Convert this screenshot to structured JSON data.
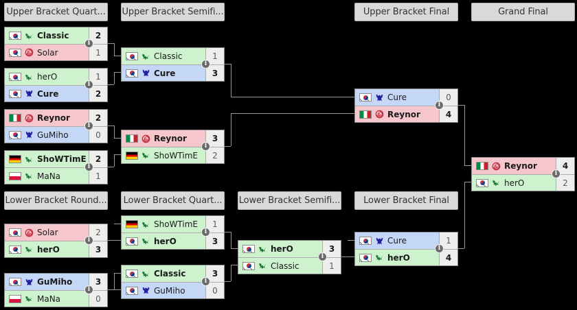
{
  "meta": {
    "layout": "double-elimination-bracket",
    "info_glyph": "i",
    "colors": {
      "win_green": "#cdf2cd",
      "lose_red": "#f5c7cd",
      "terran_blue": "#c5d7f7",
      "header_bg": "#d9d9d9",
      "connector": "#9a9a9a",
      "score_bg": "#eeeeec",
      "page_bg": "#000000"
    }
  },
  "rounds": [
    {
      "id": "ubqf",
      "label": "Upper Bracket Quart..."
    },
    {
      "id": "ubsf",
      "label": "Upper Bracket Semifi..."
    },
    {
      "id": "ubf",
      "label": "Upper Bracket Final"
    },
    {
      "id": "gf",
      "label": "Grand Final"
    },
    {
      "id": "lbr1",
      "label": "Lower Bracket Round..."
    },
    {
      "id": "lbqf",
      "label": "Lower Bracket Quart..."
    },
    {
      "id": "lbsf",
      "label": "Lower Bracket Semifi..."
    },
    {
      "id": "lbf",
      "label": "Lower Bracket Final"
    }
  ],
  "matches": [
    {
      "id": "ubqf1",
      "round": "ubqf",
      "top": {
        "name": "Classic",
        "score": "2",
        "flag": "kr",
        "race": "protoss",
        "winner": true,
        "bg": "win"
      },
      "bottom": {
        "name": "Solar",
        "score": "1",
        "flag": "kr",
        "race": "zerg",
        "winner": false,
        "bg": "lose"
      }
    },
    {
      "id": "ubqf2",
      "round": "ubqf",
      "top": {
        "name": "herO",
        "score": "1",
        "flag": "kr",
        "race": "protoss",
        "winner": false,
        "bg": "win"
      },
      "bottom": {
        "name": "Cure",
        "score": "2",
        "flag": "kr",
        "race": "terran",
        "winner": true,
        "bg": "blue"
      }
    },
    {
      "id": "ubqf3",
      "round": "ubqf",
      "top": {
        "name": "Reynor",
        "score": "2",
        "flag": "it",
        "race": "zerg",
        "winner": true,
        "bg": "lose"
      },
      "bottom": {
        "name": "GuMiho",
        "score": "0",
        "flag": "kr",
        "race": "terran",
        "winner": false,
        "bg": "blue"
      }
    },
    {
      "id": "ubqf4",
      "round": "ubqf",
      "top": {
        "name": "ShoWTimE",
        "score": "2",
        "flag": "de",
        "race": "protoss",
        "winner": true,
        "bg": "win"
      },
      "bottom": {
        "name": "MaNa",
        "score": "1",
        "flag": "pl",
        "race": "protoss",
        "winner": false,
        "bg": "win"
      }
    },
    {
      "id": "ubsf1",
      "round": "ubsf",
      "top": {
        "name": "Classic",
        "score": "1",
        "flag": "kr",
        "race": "protoss",
        "winner": false,
        "bg": "win"
      },
      "bottom": {
        "name": "Cure",
        "score": "3",
        "flag": "kr",
        "race": "terran",
        "winner": true,
        "bg": "blue"
      }
    },
    {
      "id": "ubsf2",
      "round": "ubsf",
      "top": {
        "name": "Reynor",
        "score": "3",
        "flag": "it",
        "race": "zerg",
        "winner": true,
        "bg": "lose"
      },
      "bottom": {
        "name": "ShoWTimE",
        "score": "2",
        "flag": "de",
        "race": "protoss",
        "winner": false,
        "bg": "win"
      }
    },
    {
      "id": "ubf1",
      "round": "ubf",
      "top": {
        "name": "Cure",
        "score": "0",
        "flag": "kr",
        "race": "terran",
        "winner": false,
        "bg": "blue"
      },
      "bottom": {
        "name": "Reynor",
        "score": "4",
        "flag": "it",
        "race": "zerg",
        "winner": true,
        "bg": "lose"
      }
    },
    {
      "id": "gf1",
      "round": "gf",
      "top": {
        "name": "Reynor",
        "score": "4",
        "flag": "it",
        "race": "zerg",
        "winner": true,
        "bg": "lose"
      },
      "bottom": {
        "name": "herO",
        "score": "2",
        "flag": "kr",
        "race": "protoss",
        "winner": false,
        "bg": "win"
      }
    },
    {
      "id": "lbr1a",
      "round": "lbr1",
      "top": {
        "name": "Solar",
        "score": "2",
        "flag": "kr",
        "race": "zerg",
        "winner": false,
        "bg": "lose"
      },
      "bottom": {
        "name": "herO",
        "score": "3",
        "flag": "kr",
        "race": "protoss",
        "winner": true,
        "bg": "win"
      }
    },
    {
      "id": "lbr1b",
      "round": "lbr1",
      "top": {
        "name": "GuMiho",
        "score": "3",
        "flag": "kr",
        "race": "terran",
        "winner": true,
        "bg": "blue"
      },
      "bottom": {
        "name": "MaNa",
        "score": "0",
        "flag": "pl",
        "race": "protoss",
        "winner": false,
        "bg": "win"
      }
    },
    {
      "id": "lbqf1",
      "round": "lbqf",
      "top": {
        "name": "ShoWTimE",
        "score": "1",
        "flag": "de",
        "race": "protoss",
        "winner": false,
        "bg": "win"
      },
      "bottom": {
        "name": "herO",
        "score": "3",
        "flag": "kr",
        "race": "protoss",
        "winner": true,
        "bg": "win"
      }
    },
    {
      "id": "lbqf2",
      "round": "lbqf",
      "top": {
        "name": "Classic",
        "score": "3",
        "flag": "kr",
        "race": "protoss",
        "winner": true,
        "bg": "win"
      },
      "bottom": {
        "name": "GuMiho",
        "score": "0",
        "flag": "kr",
        "race": "terran",
        "winner": false,
        "bg": "blue"
      }
    },
    {
      "id": "lbsf1",
      "round": "lbsf",
      "top": {
        "name": "herO",
        "score": "3",
        "flag": "kr",
        "race": "protoss",
        "winner": true,
        "bg": "win"
      },
      "bottom": {
        "name": "Classic",
        "score": "1",
        "flag": "kr",
        "race": "protoss",
        "winner": false,
        "bg": "win"
      }
    },
    {
      "id": "lbf1",
      "round": "lbf",
      "top": {
        "name": "Cure",
        "score": "1",
        "flag": "kr",
        "race": "terran",
        "winner": false,
        "bg": "blue"
      },
      "bottom": {
        "name": "herO",
        "score": "4",
        "flag": "kr",
        "race": "protoss",
        "winner": true,
        "bg": "win"
      }
    }
  ]
}
